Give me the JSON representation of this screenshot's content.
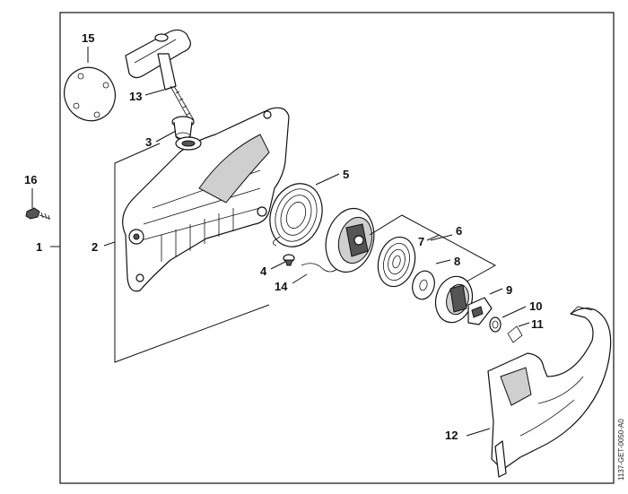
{
  "callouts": {
    "c1": "1",
    "c2": "2",
    "c3": "3",
    "c4": "4",
    "c5": "5",
    "c6": "6",
    "c7": "7",
    "c8": "8",
    "c9": "9",
    "c10": "10",
    "c11": "11",
    "c12": "12",
    "c13": "13",
    "c14": "14",
    "c15": "15",
    "c16": "16"
  },
  "drawing_code": "1137-GET-0050-A0"
}
